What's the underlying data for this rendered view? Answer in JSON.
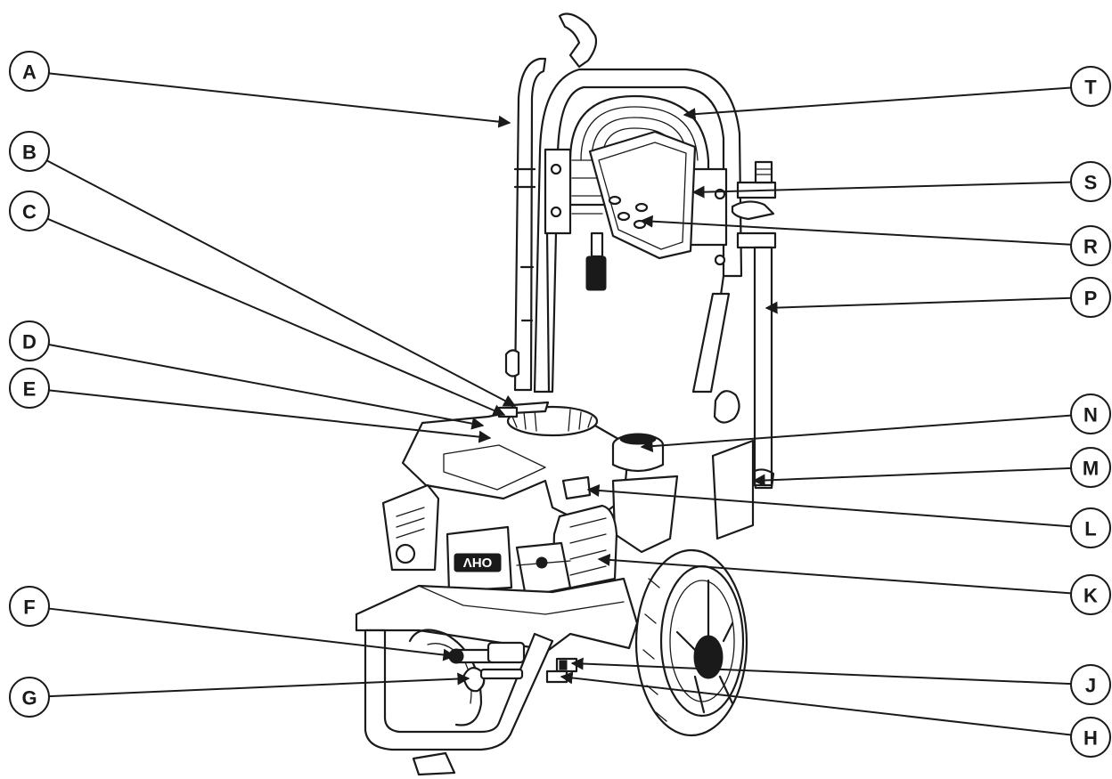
{
  "callouts": [
    {
      "id": "A",
      "label": "A"
    },
    {
      "id": "B",
      "label": "B"
    },
    {
      "id": "C",
      "label": "C"
    },
    {
      "id": "D",
      "label": "D"
    },
    {
      "id": "E",
      "label": "E"
    },
    {
      "id": "F",
      "label": "F"
    },
    {
      "id": "G",
      "label": "G"
    },
    {
      "id": "T",
      "label": "T"
    },
    {
      "id": "S",
      "label": "S"
    },
    {
      "id": "R",
      "label": "R"
    },
    {
      "id": "P",
      "label": "P"
    },
    {
      "id": "N",
      "label": "N"
    },
    {
      "id": "M",
      "label": "M"
    },
    {
      "id": "L",
      "label": "L"
    },
    {
      "id": "K",
      "label": "K"
    },
    {
      "id": "J",
      "label": "J"
    },
    {
      "id": "H",
      "label": "H"
    }
  ],
  "engine_badge": "OHV",
  "colors": {
    "ink": "#1a1a1a",
    "background": "#ffffff"
  }
}
